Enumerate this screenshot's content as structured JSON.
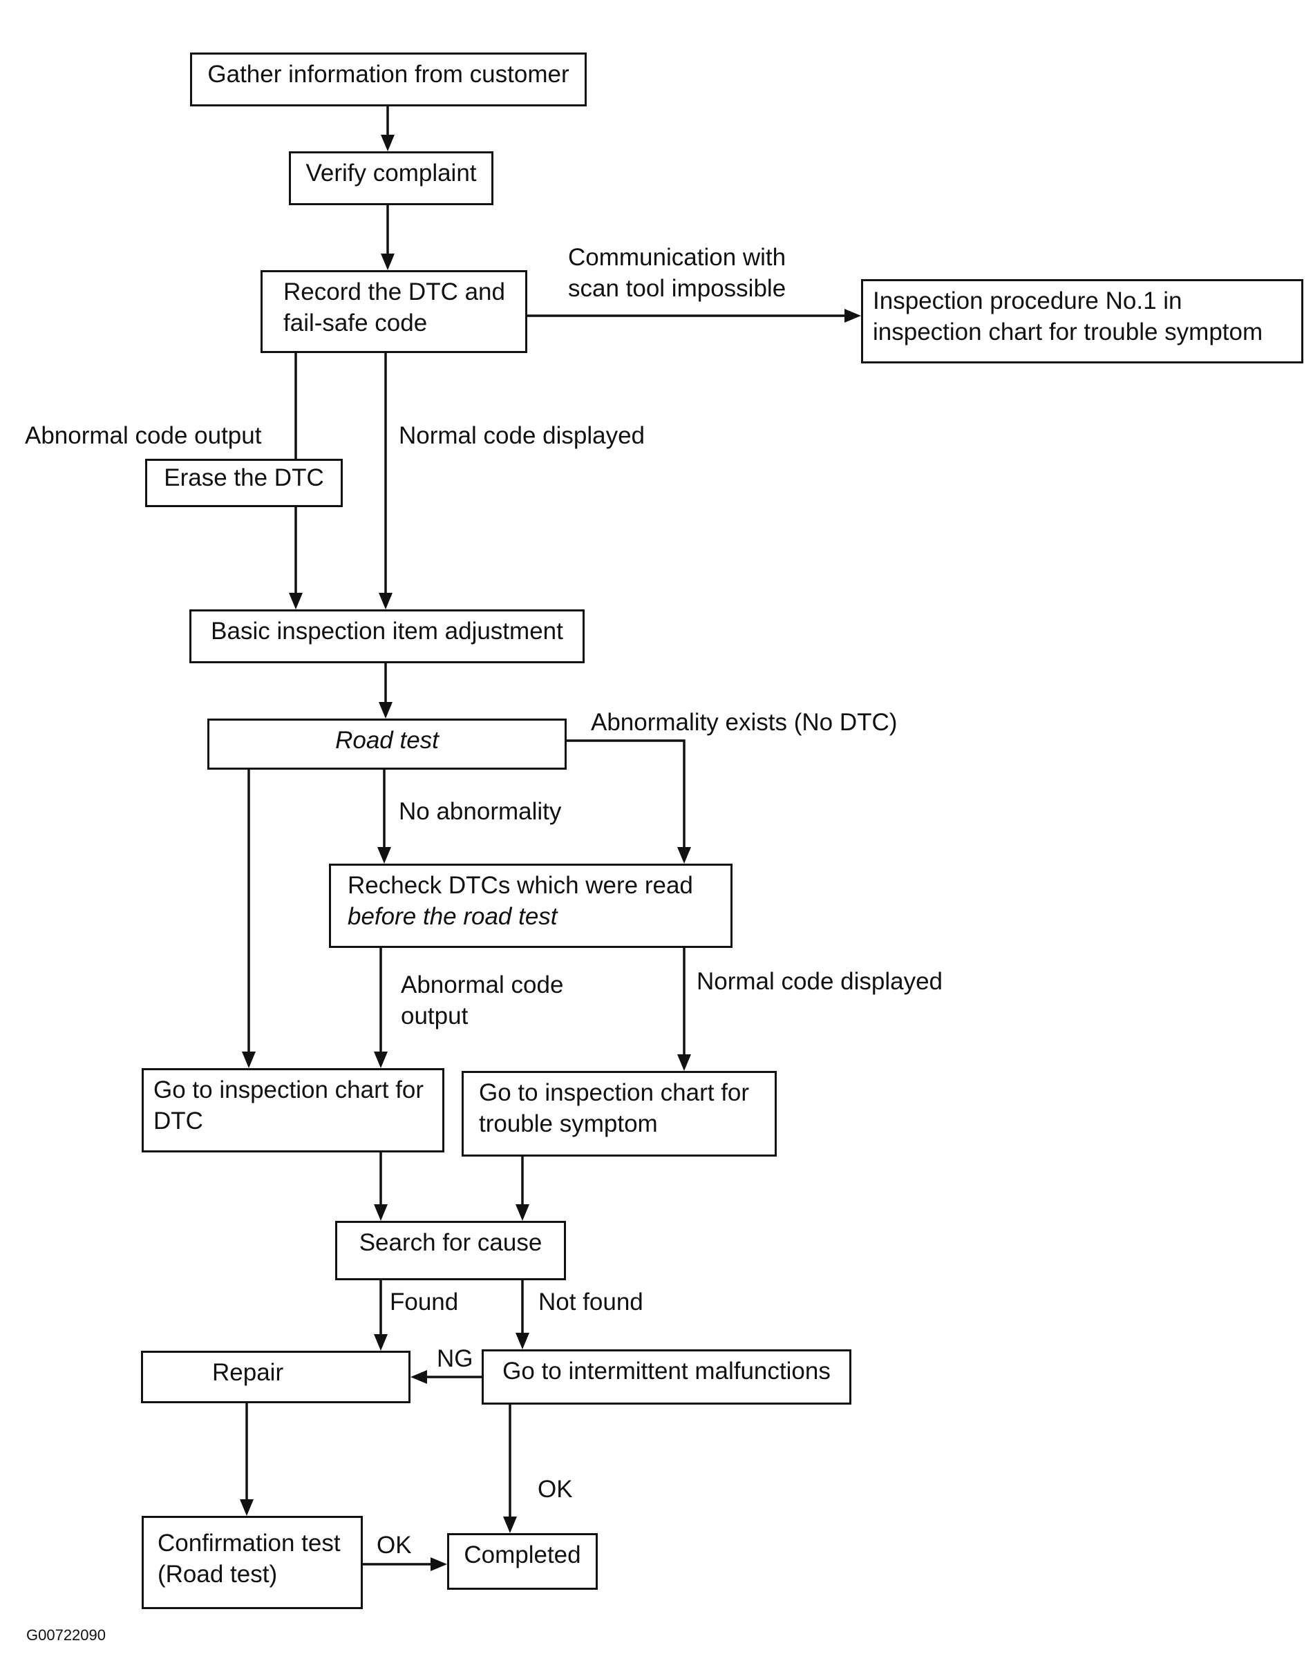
{
  "boxes": {
    "gather": "Gather information from customer",
    "verify": "Verify complaint",
    "record": [
      "Record the DTC and",
      "fail-safe code"
    ],
    "inspection_proc": [
      "Inspection procedure No.1 in",
      "inspection chart for trouble symptom"
    ],
    "erase": "Erase the DTC",
    "basic": "Basic inspection item adjustment",
    "road_test": "Road test",
    "recheck": [
      "Recheck DTCs which were read",
      "before the road test"
    ],
    "go_dtc": [
      "Go to inspection chart for",
      "DTC"
    ],
    "go_symptom": [
      "Go to inspection chart for",
      "trouble symptom"
    ],
    "search": "Search for cause",
    "repair": "Repair",
    "intermittent": "Go to intermittent malfunctions",
    "confirmation": [
      "Confirmation test",
      "(Road test)"
    ],
    "completed": "Completed"
  },
  "labels": {
    "comm_impossible": [
      "Communication with",
      "scan tool impossible"
    ],
    "abnormal_code_output": "Abnormal code output",
    "normal_code_displayed_1": "Normal code displayed",
    "abnormality_exists": "Abnormality exists (No DTC)",
    "no_abnormality": "No abnormality",
    "abnormal_code_output_2": [
      "Abnormal code",
      "output"
    ],
    "normal_code_displayed_2": "Normal code displayed",
    "found": "Found",
    "not_found": "Not found",
    "ng": "NG",
    "ok_1": "OK",
    "ok_2": "OK"
  },
  "figure_id": "G00722090"
}
